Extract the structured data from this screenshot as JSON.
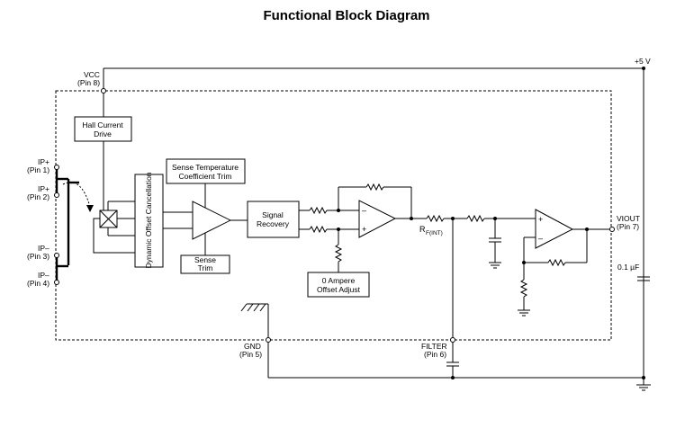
{
  "title": "Functional Block Diagram",
  "supply": {
    "rail": "+5 V",
    "cap": "0.1 µF"
  },
  "pins": {
    "vcc": [
      "VCC",
      "(Pin 8)"
    ],
    "ip1": [
      "IP+",
      "(Pin 1)"
    ],
    "ip2": [
      "IP+",
      "(Pin 2)"
    ],
    "ip3": [
      "IP–",
      "(Pin 3)"
    ],
    "ip4": [
      "IP–",
      "(Pin 4)"
    ],
    "gnd": [
      "GND",
      "(Pin 5)"
    ],
    "filter": [
      "FILTER",
      "(Pin 6)"
    ],
    "viout": [
      "VIOUT",
      "(Pin 7)"
    ]
  },
  "blocks": {
    "hall_drive": [
      "Hall Current",
      "Drive"
    ],
    "temp_trim": [
      "Sense Temperature",
      "Coefficient Trim"
    ],
    "dyn_offset": "Dynamic Offset Cancellation",
    "sense_trim": [
      "Sense",
      "Trim"
    ],
    "signal_recovery": [
      "Signal",
      "Recovery"
    ],
    "zero_amp": [
      "0 Ampere",
      "Offset Adjust"
    ]
  },
  "symbols": {
    "rf": "R",
    "rf_sub": "F(INT)",
    "minus": "–",
    "plus": "+"
  }
}
